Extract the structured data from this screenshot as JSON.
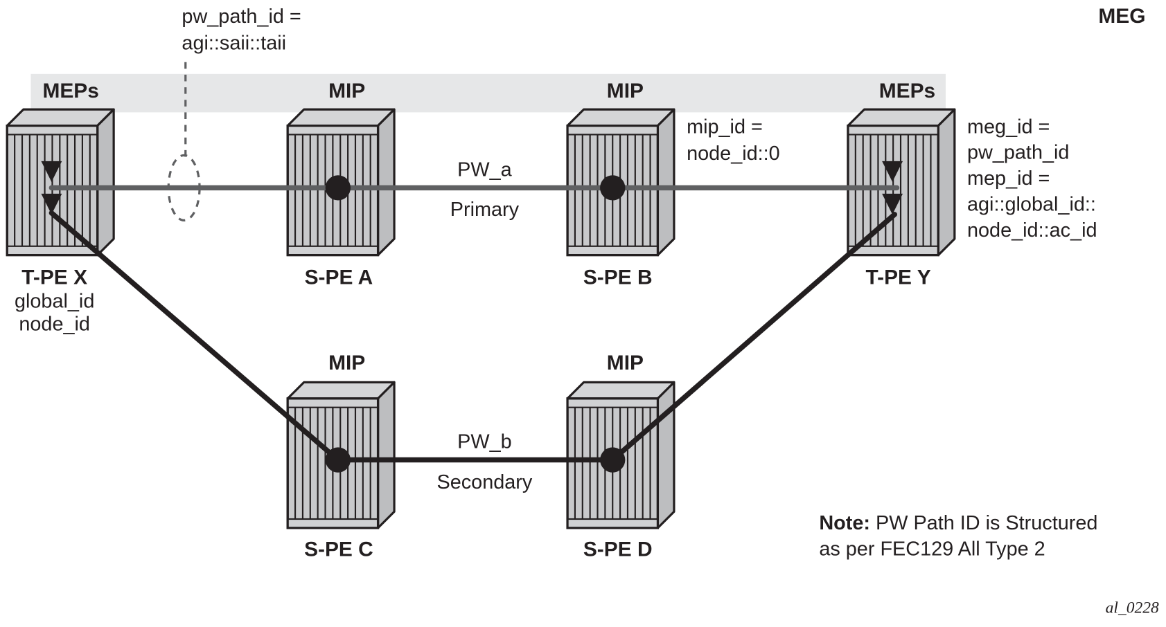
{
  "figure_id": "al_0228",
  "meg_label": "MEG",
  "meg_band": {
    "color": "#e6e7e8"
  },
  "nodes": [
    {
      "id": "tpe-x",
      "name": "T-PE X",
      "role": "MEPs",
      "details": [
        "global_id",
        "node_id"
      ]
    },
    {
      "id": "spe-a",
      "name": "S-PE A",
      "role": "MIP",
      "details": []
    },
    {
      "id": "spe-b",
      "name": "S-PE B",
      "role": "MIP",
      "details": []
    },
    {
      "id": "tpe-y",
      "name": "T-PE Y",
      "role": "MEPs",
      "details": []
    },
    {
      "id": "spe-c",
      "name": "S-PE C",
      "role": "MIP",
      "details": []
    },
    {
      "id": "spe-d",
      "name": "S-PE D",
      "role": "MIP",
      "details": []
    }
  ],
  "pseudowires": [
    {
      "id": "pw-a",
      "name": "PW_a",
      "label": "Primary",
      "path": [
        "T-PE X",
        "S-PE A",
        "S-PE B",
        "T-PE Y"
      ],
      "color": "#5f6062"
    },
    {
      "id": "pw-b",
      "name": "PW_b",
      "label": "Secondary",
      "path": [
        "T-PE X",
        "S-PE C",
        "S-PE D",
        "T-PE Y"
      ],
      "color": "#231f20"
    }
  ],
  "annotations": {
    "pw_path_id": [
      "pw_path_id =",
      "agi::saii::taii"
    ],
    "mip_id": [
      "mip_id =",
      "node_id::0"
    ],
    "meg_mep": [
      "meg_id =",
      "pw_path_id",
      "mep_id =",
      "agi::global_id::",
      "node_id::ac_id"
    ]
  },
  "note": {
    "bold": "Note:",
    "line1": " PW Path ID is Structured",
    "line2": "as per FEC129 All Type 2"
  }
}
